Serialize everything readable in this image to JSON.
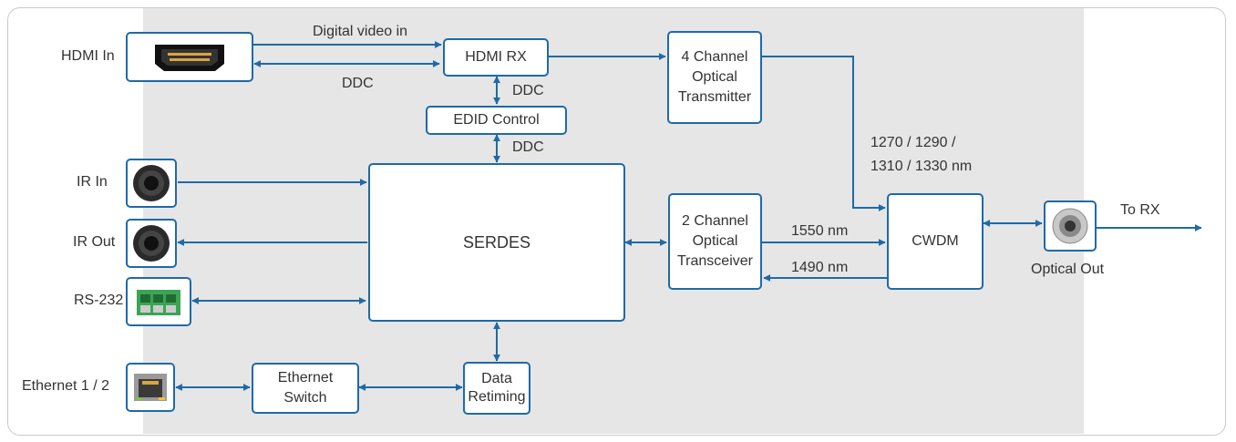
{
  "colors": {
    "wire": "#1e6aa8",
    "border": "#1e6aa8",
    "panel": "#e6e6e6",
    "text": "#333333"
  },
  "ports": {
    "hdmi_in": "HDMI In",
    "ir_in": "IR In",
    "ir_out": "IR Out",
    "rs232": "RS-232",
    "ethernet": "Ethernet 1 / 2",
    "optical_out": "Optical Out"
  },
  "blocks": {
    "hdmi_rx": "HDMI RX",
    "edid_control": "EDID Control",
    "serdes": "SERDES",
    "optical_tx": "4 Channel\nOptical\nTransmitter",
    "optical_transceiver": "2 Channel\nOptical\nTransceiver",
    "cwdm": "CWDM",
    "ethernet_switch": "Ethernet\nSwitch",
    "data_retiming": "Data\nRetiming"
  },
  "signals": {
    "digital_video_in": "Digital video in",
    "ddc_hdmi": "DDC",
    "ddc_rx_edid": "DDC",
    "ddc_edid_serdes": "DDC",
    "wavelengths_tx": "1270 / 1290 /\n1310 / 1330 nm",
    "nm_1550": "1550 nm",
    "nm_1490": "1490 nm",
    "to_rx": "To RX"
  },
  "icons": [
    "hdmi-connector-icon",
    "audio-jack-icon",
    "terminal-block-icon",
    "rj45-icon",
    "optical-connector-icon"
  ]
}
